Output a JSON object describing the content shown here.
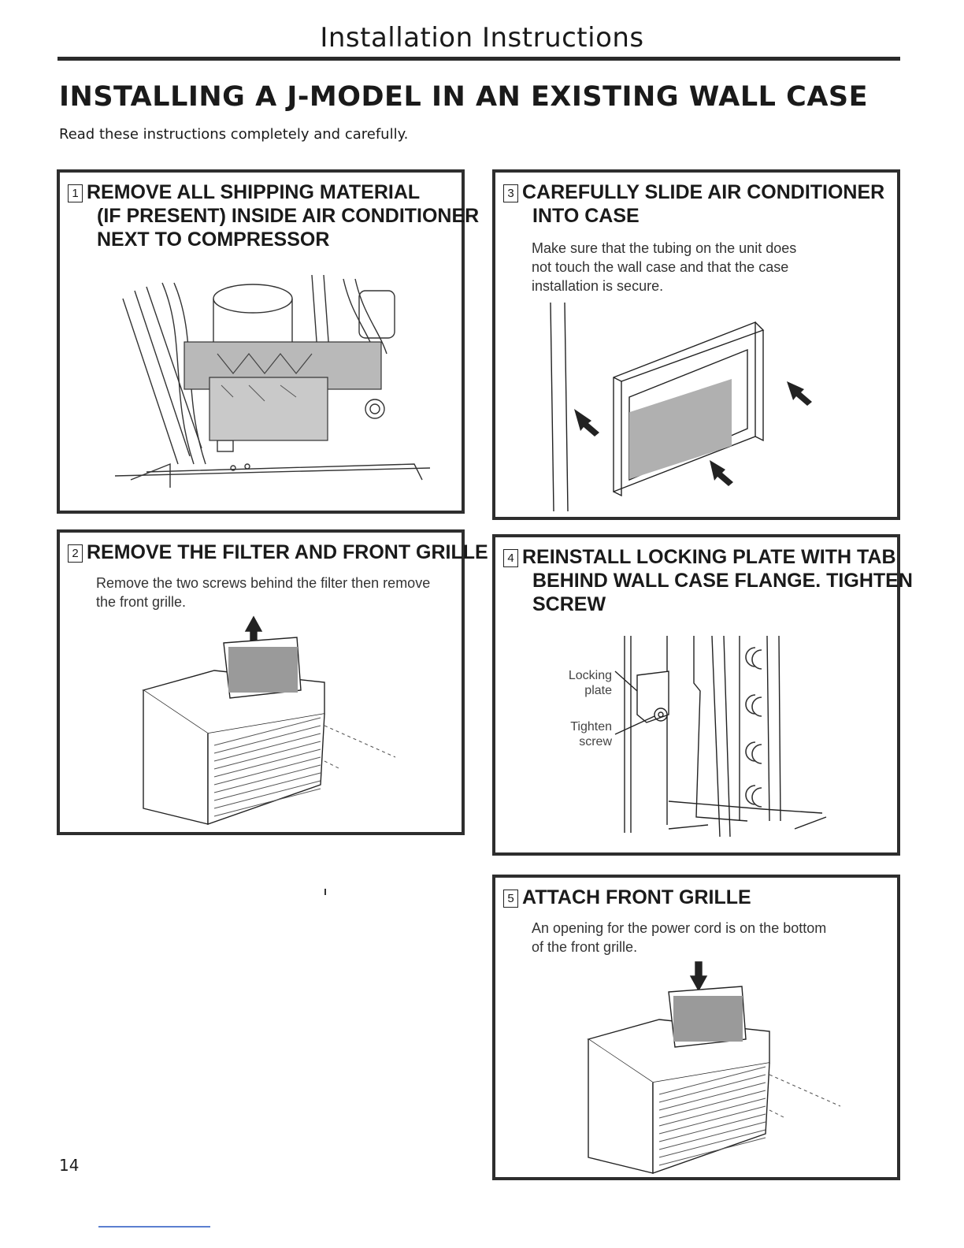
{
  "header": {
    "title": "Installation Instructions"
  },
  "section": {
    "title": "INSTALLING A J-MODEL IN AN EXISTING WALL CASE",
    "intro": "Read these instructions completely and carefully."
  },
  "steps": [
    {
      "number": "1",
      "heading_lines": [
        "REMOVE ALL SHIPPING MATERIAL",
        "(IF PRESENT) INSIDE AIR CONDITIONER",
        "NEXT TO COMPRESSOR"
      ],
      "text_lines": []
    },
    {
      "number": "2",
      "heading_lines": [
        "REMOVE THE FILTER AND FRONT GRILLE"
      ],
      "text_lines": [
        "Remove the two screws behind the filter then remove",
        "the front grille."
      ]
    },
    {
      "number": "3",
      "heading_lines": [
        "CAREFULLY SLIDE AIR CONDITIONER",
        "INTO CASE"
      ],
      "text_lines": [
        "Make sure that the tubing on the unit does",
        "not touch the wall case and that the case",
        "installation is secure."
      ]
    },
    {
      "number": "4",
      "heading_lines": [
        "REINSTALL LOCKING PLATE WITH TAB",
        "BEHIND WALL CASE FLANGE. TIGHTEN",
        "SCREW"
      ],
      "text_lines": [],
      "callouts": {
        "locking_line1": "Locking",
        "locking_line2": "plate",
        "tighten_line1": "Tighten",
        "tighten_line2": "screw"
      }
    },
    {
      "number": "5",
      "heading_lines": [
        "ATTACH FRONT GRILLE"
      ],
      "text_lines": [
        "An opening for the power cord is on the bottom",
        "of the front grille."
      ]
    }
  ],
  "footer": {
    "page_number": "14"
  }
}
